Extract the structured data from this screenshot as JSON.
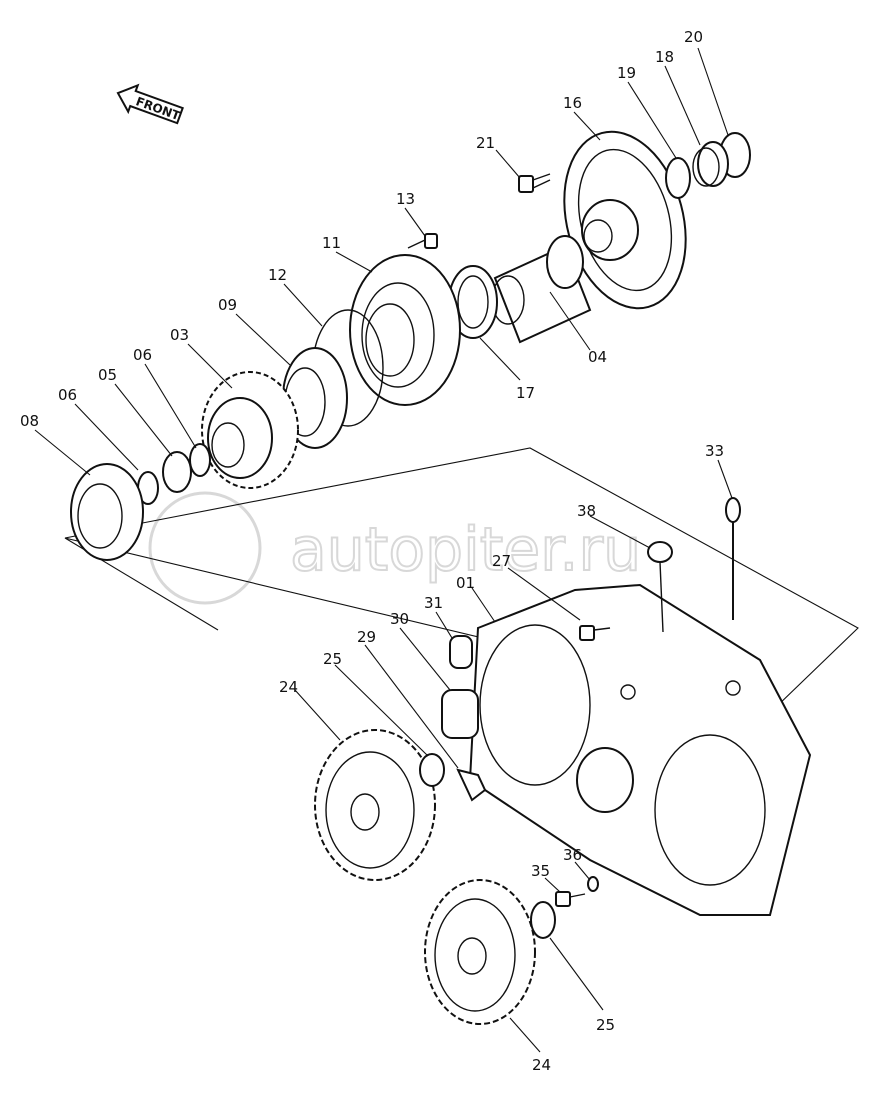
{
  "front_arrow": "FRONT",
  "watermark": "autopiter.ru",
  "callouts": {
    "p20": "20",
    "p18": "18",
    "p19": "19",
    "p16": "16",
    "p21": "21",
    "p13": "13",
    "p11": "11",
    "p12": "12",
    "p09": "09",
    "p03": "03",
    "p06a": "06",
    "p05": "05",
    "p06b": "06",
    "p08": "08",
    "p04": "04",
    "p17": "17",
    "p33": "33",
    "p38": "38",
    "p27": "27",
    "p01": "01",
    "p31": "31",
    "p30": "30",
    "p29": "29",
    "p25a": "25",
    "p24a": "24",
    "p36": "36",
    "p35": "35",
    "p25b": "25",
    "p24b": "24"
  }
}
